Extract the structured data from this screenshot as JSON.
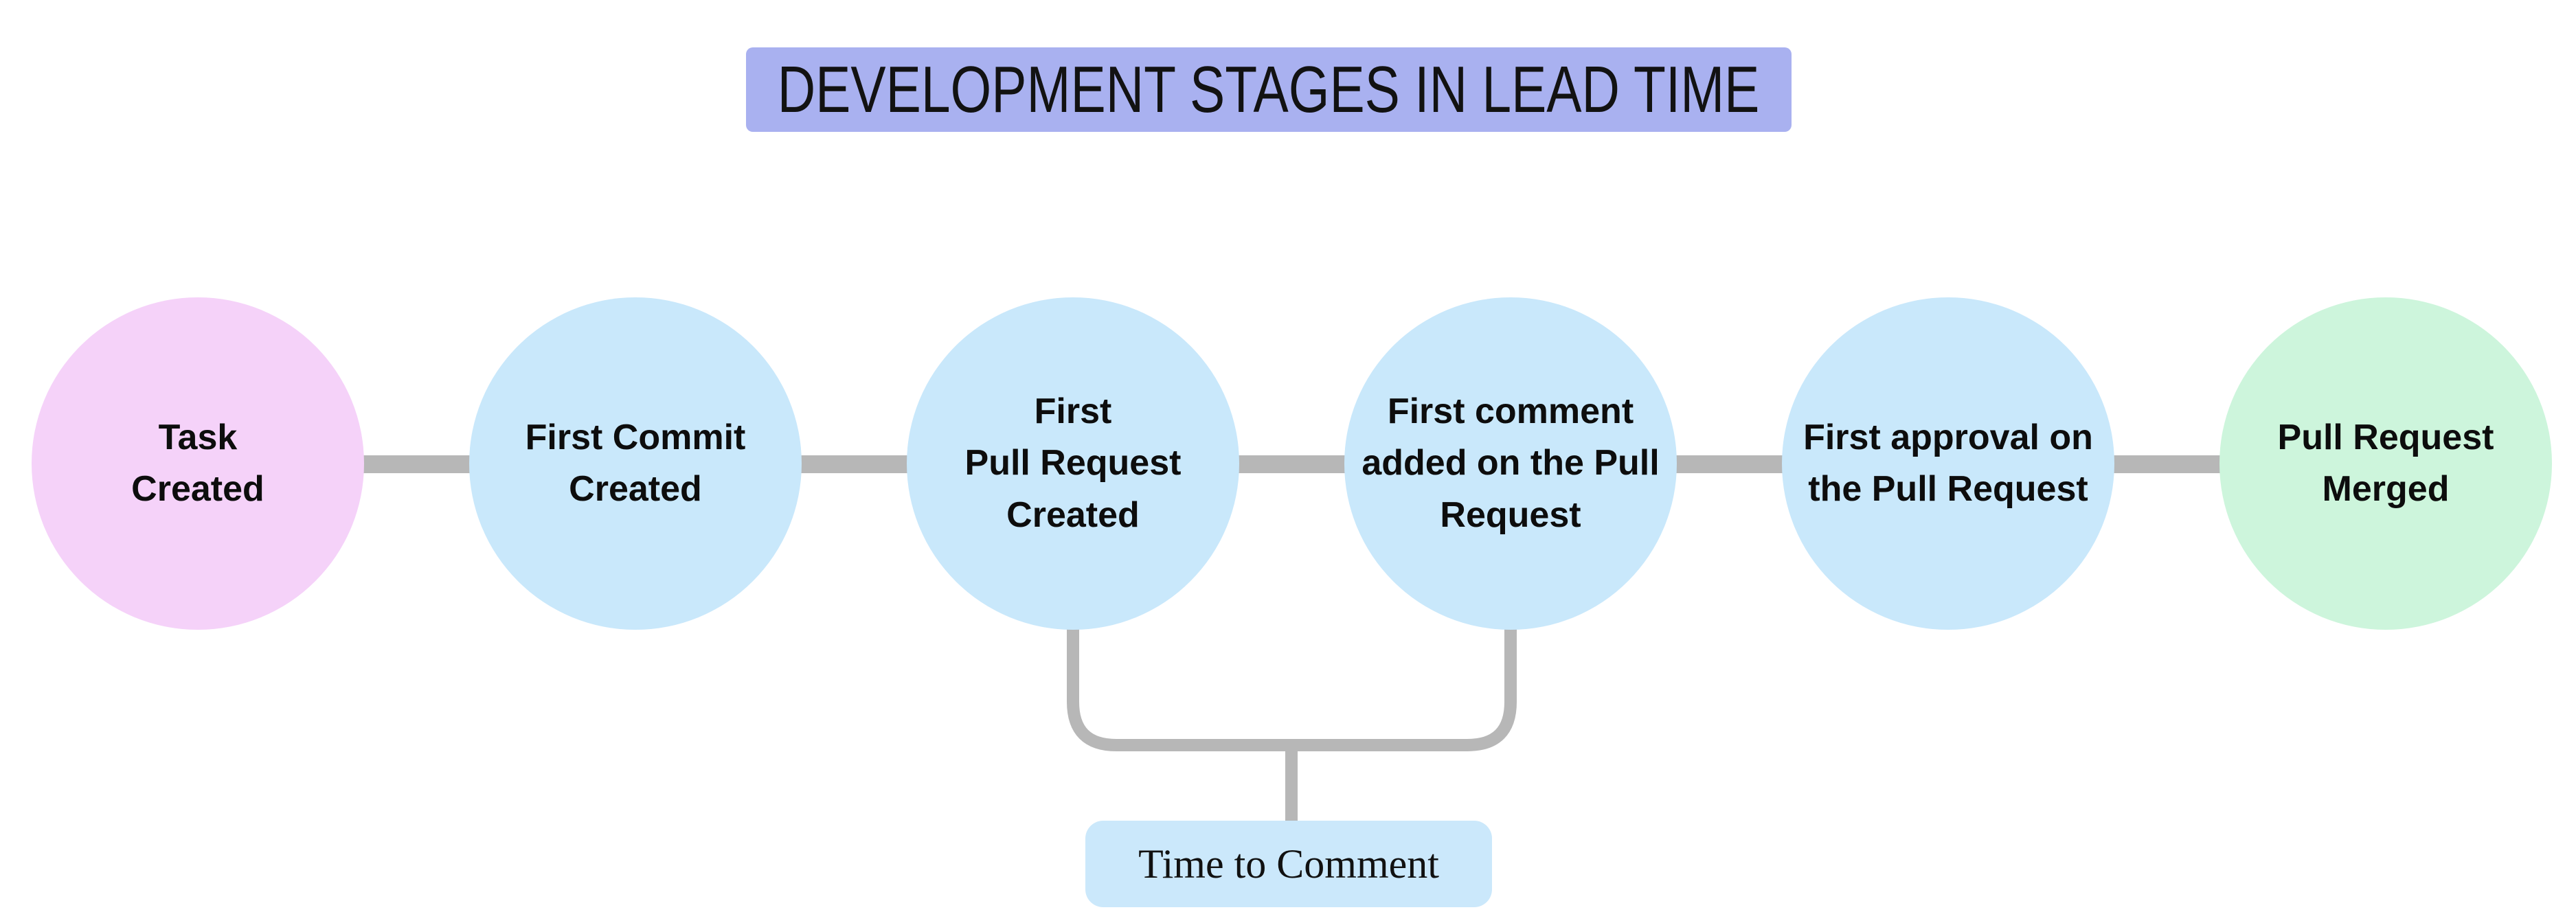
{
  "title": {
    "text": "DEVELOPMENT STAGES IN LEAD TIME"
  },
  "stages": [
    {
      "id": "task-created",
      "color": "#f5d2f9",
      "lines": [
        "Task",
        "Created"
      ]
    },
    {
      "id": "first-commit-created",
      "color": "#c9e8fb",
      "lines": [
        "First Commit",
        "Created"
      ]
    },
    {
      "id": "first-pull-request-created",
      "color": "#c9e8fb",
      "lines": [
        "First",
        "Pull Request",
        "Created"
      ]
    },
    {
      "id": "first-comment-added",
      "color": "#c9e8fb",
      "lines": [
        "First comment",
        "added on the Pull",
        "Request"
      ]
    },
    {
      "id": "first-approval",
      "color": "#c9e8fb",
      "lines": [
        "First approval on",
        "the Pull Request"
      ]
    },
    {
      "id": "pull-request-merged",
      "color": "#cdf5dc",
      "lines": [
        "Pull Request",
        "Merged"
      ]
    }
  ],
  "annotation": {
    "label": "Time to Comment",
    "bg": "#cbe8fb",
    "connects": [
      "first-pull-request-created",
      "first-comment-added"
    ]
  },
  "colors": {
    "banner_bg": "#a9b1f0",
    "connector": "#b7b7b7",
    "text": "#0d0d0d",
    "background": "#ffffff"
  }
}
